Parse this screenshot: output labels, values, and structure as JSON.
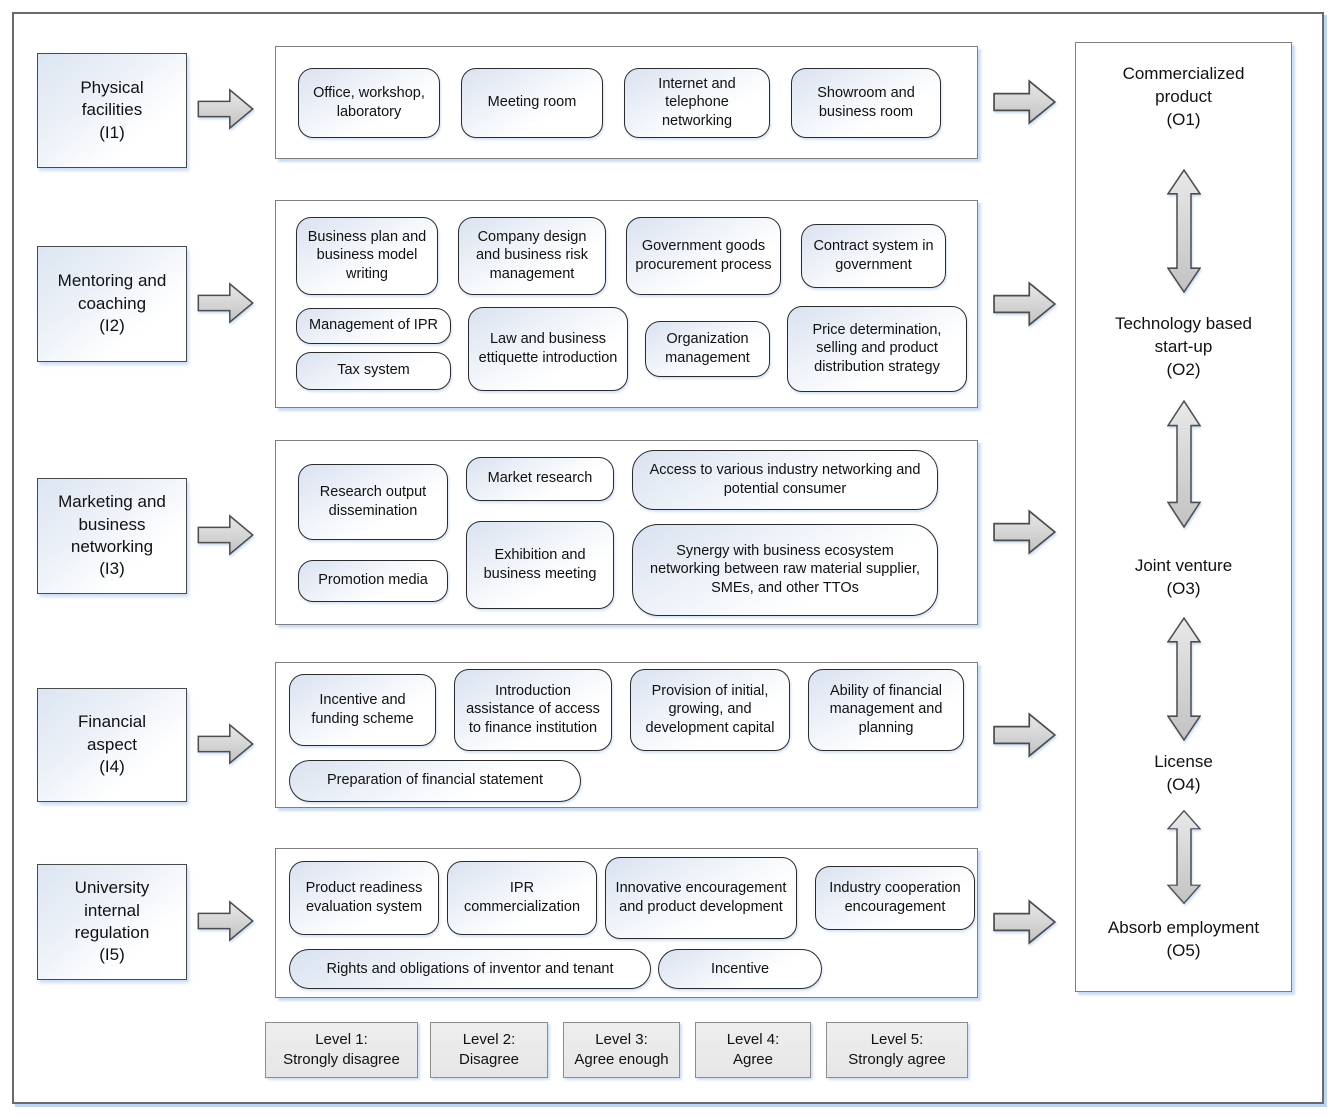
{
  "inputs": [
    {
      "label": "Physical\nfacilities\n(I1)"
    },
    {
      "label": "Mentoring and\ncoaching\n(I2)"
    },
    {
      "label": "Marketing and\nbusiness\nnetworking\n(I3)"
    },
    {
      "label": "Financial\naspect\n(I4)"
    },
    {
      "label": "University\ninternal\nregulation\n(I5)"
    }
  ],
  "groups": [
    {
      "items": [
        "Office, workshop, laboratory",
        "Meeting room",
        "Internet and telephone networking",
        "Showroom and business room"
      ]
    },
    {
      "items": [
        "Business plan and business model writing",
        "Company design and business risk management",
        "Government goods procurement process",
        "Contract system in government",
        "Management of IPR",
        "Tax system",
        "Law and business ettiquette introduction",
        "Organization management",
        "Price determination, selling and product distribution strategy"
      ]
    },
    {
      "items": [
        "Research output dissemination",
        "Promotion media",
        "Market research",
        "Exhibition and business meeting",
        "Access to various industry networking and potential consumer",
        "Synergy with business ecosystem networking between raw material supplier, SMEs, and other TTOs"
      ]
    },
    {
      "items": [
        "Incentive and funding scheme",
        "Introduction assistance of access to finance institution",
        "Provision of initial, growing, and development capital",
        "Ability of financial management and planning",
        "Preparation of financial statement"
      ]
    },
    {
      "items": [
        "Product readiness evaluation system",
        "IPR commercialization",
        "Innovative encouragement and product development",
        "Industry cooperation encouragement",
        "Rights and obligations of inventor and tenant",
        "Incentive"
      ]
    }
  ],
  "outputs": [
    {
      "label": "Commercialized\nproduct\n(O1)"
    },
    {
      "label": "Technology based\nstart-up\n(O2)"
    },
    {
      "label": "Joint venture\n(O3)"
    },
    {
      "label": "License\n(O4)"
    },
    {
      "label": "Absorb employment\n(O5)"
    }
  ],
  "legend": [
    {
      "label": "Level 1:\nStrongly disagree"
    },
    {
      "label": "Level 2:\nDisagree"
    },
    {
      "label": "Level 3:\nAgree enough"
    },
    {
      "label": "Level 4:\nAgree"
    },
    {
      "label": "Level 5:\nStrongly agree"
    }
  ],
  "colors": {
    "box_gradient_top": "#dbe5f1",
    "arrow_fill_light": "#e6e6e6",
    "arrow_fill_dark": "#c2c2c2",
    "arrow_border": "#4d4d4d",
    "item_border": "#2b2b2b",
    "container_border": "#7f7f7f",
    "legend_fill": "#e9e9e9",
    "shadow_tint": "#aac5ec"
  }
}
